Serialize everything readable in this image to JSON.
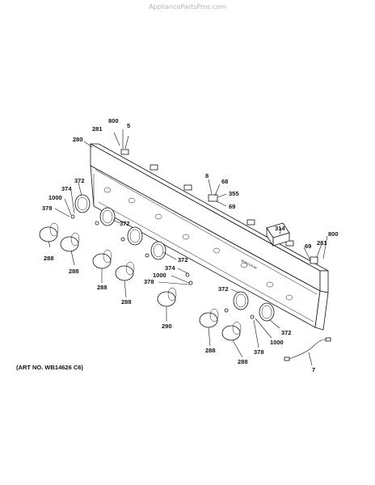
{
  "watermark": "AppliancePartsPros.com",
  "art_number": "(ART NO. WB14626 C6)",
  "panel_label": "MONOGRAM",
  "callouts": {
    "c800a": "800",
    "c281a": "281",
    "c5": "5",
    "c280": "280",
    "c8": "8",
    "c68": "68",
    "c355": "355",
    "c69a": "69",
    "c372a": "372",
    "c374a": "374",
    "c1000a": "1000",
    "c378a": "378",
    "c288a": "288",
    "c372b": "372",
    "c288b": "288",
    "c314": "314",
    "c800b": "800",
    "c281b": "281",
    "c69b": "69",
    "c372c": "372",
    "c374b": "374",
    "c1000b": "1000",
    "c378b": "378",
    "c288c": "288",
    "c288d": "288",
    "c290": "290",
    "c372d": "372",
    "c372e": "372",
    "c378c": "378",
    "c1000c": "1000",
    "c288e": "288",
    "c288f": "288",
    "c7": "7"
  }
}
